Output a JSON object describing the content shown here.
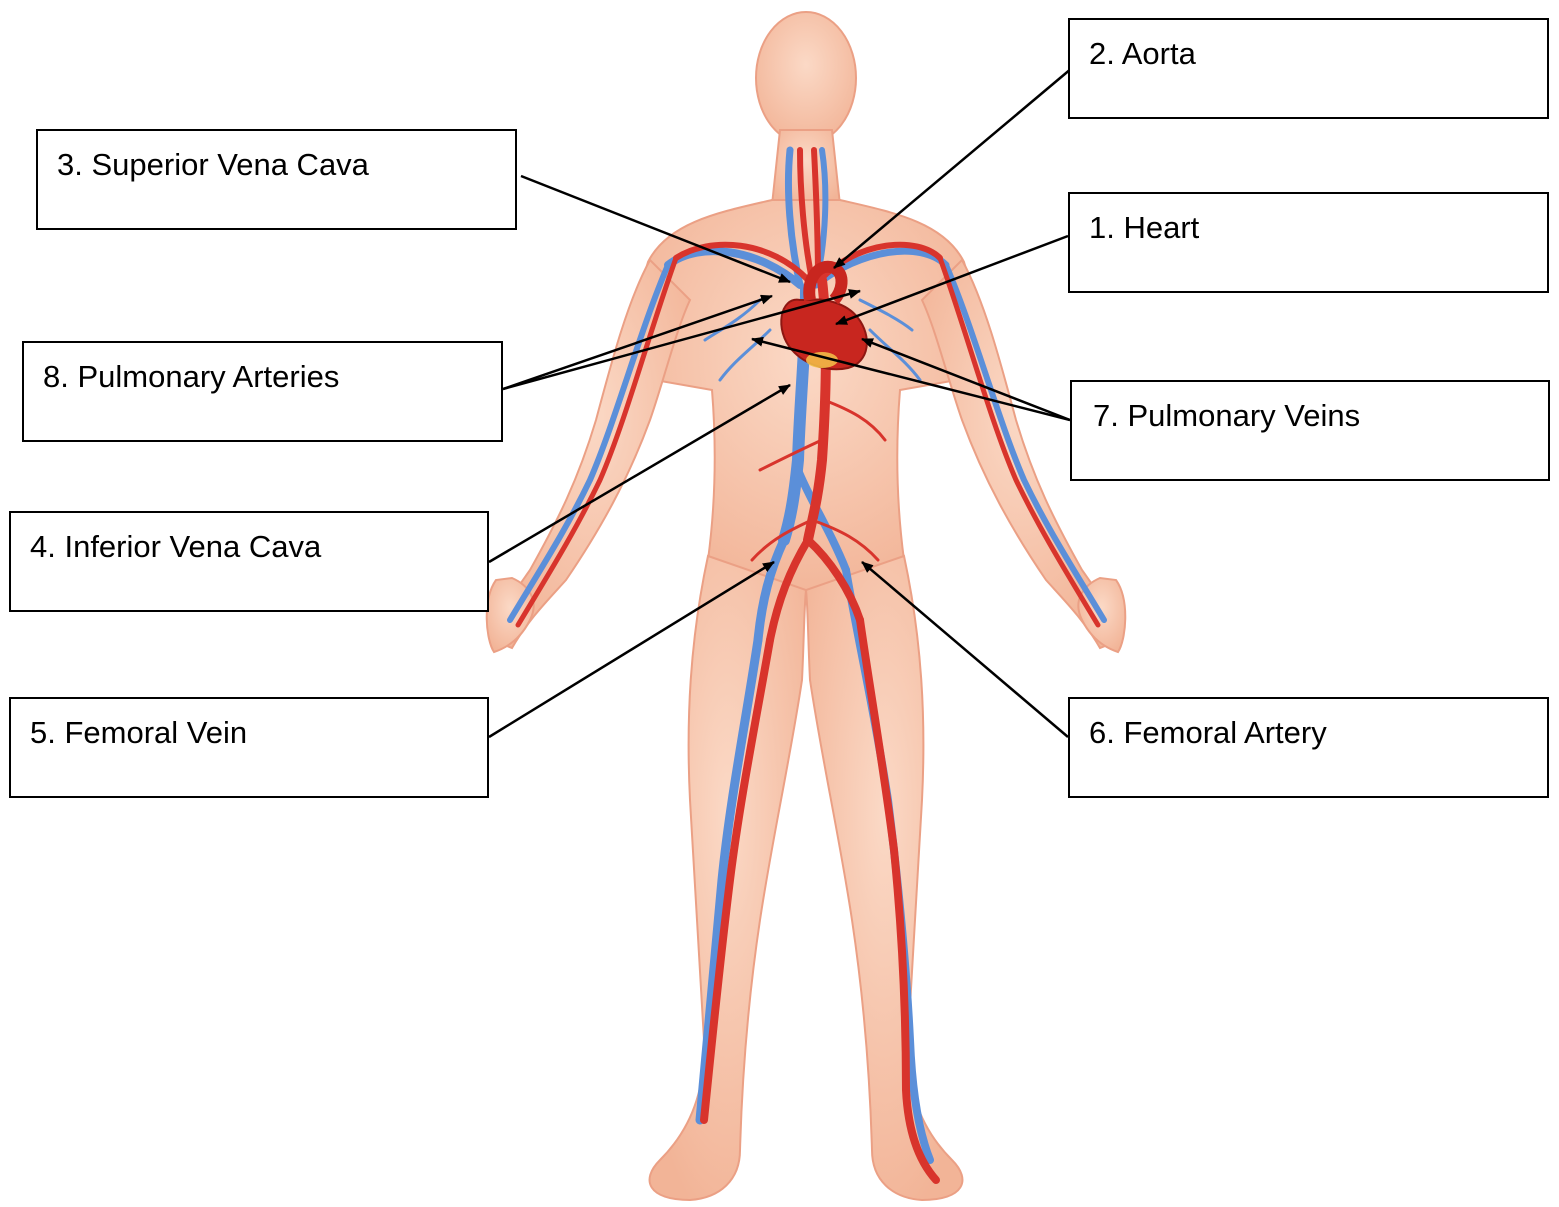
{
  "colors": {
    "skin": "#f7c4a8",
    "skin_shadow": "#eea386",
    "artery": "#d8342c",
    "vein": "#5b8fd9",
    "heart": "#c8261f",
    "leader_line": "#000000",
    "box_border": "#000000"
  },
  "labels": {
    "heart": "1. Heart",
    "aorta": "2. Aorta",
    "superior_vena_cava": "3. Superior Vena Cava",
    "inferior_vena_cava": "4. Inferior Vena Cava",
    "femoral_vein": "5. Femoral Vein",
    "femoral_artery": "6. Femoral Artery",
    "pulmonary_veins": "7. Pulmonary Veins",
    "pulmonary_arteries": "8. Pulmonary Arteries"
  }
}
